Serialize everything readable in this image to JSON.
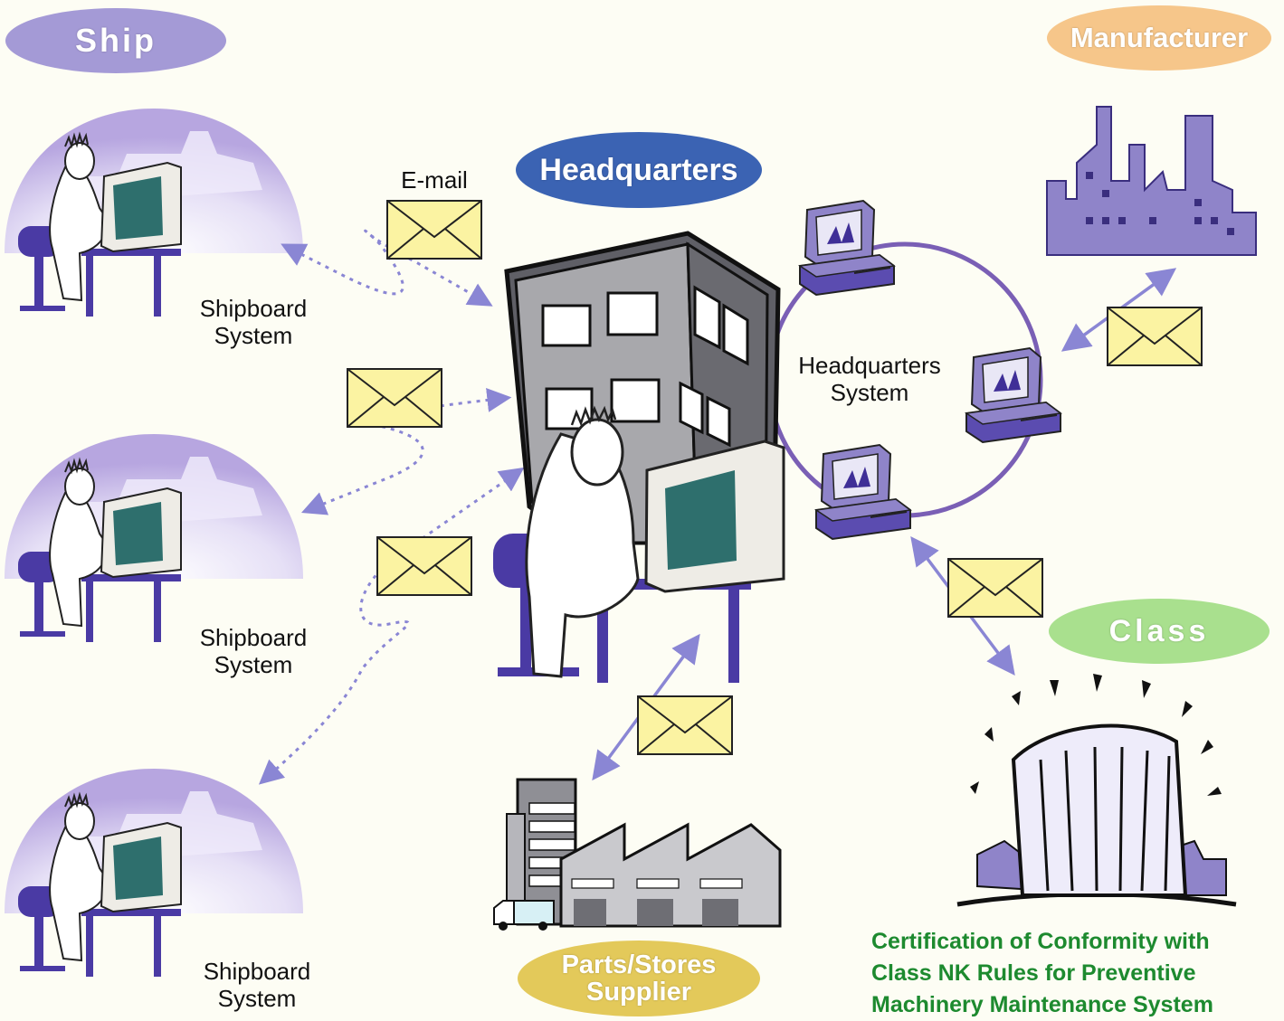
{
  "nodes": {
    "ship": "Ship",
    "headquarters": "Headquarters",
    "manufacturer": "Manufacturer",
    "class": "Class",
    "supplier_line1": "Parts/Stores",
    "supplier_line2": "Supplier"
  },
  "systems": {
    "shipboard_1": [
      "Shipboard",
      "System"
    ],
    "shipboard_2": [
      "Shipboard",
      "System"
    ],
    "shipboard_3": [
      "Shipboard",
      "System"
    ],
    "headquarters": [
      "Headquarters",
      "System"
    ]
  },
  "email_label": "E-mail",
  "certification": [
    "Certification of Conformity with",
    "Class NK Rules for Preventive",
    "Machinery Maintenance System"
  ],
  "colors": {
    "ship_pill": "#a49ad6",
    "headquarters_pill": "#3b63b3",
    "manufacturer_pill": "#f6c68a",
    "class_pill": "#a9e08e",
    "supplier_pill": "#e3c95a",
    "envelope": "#fbf3a2",
    "arrow": "#8a86d4",
    "building": "#5f5f66",
    "network_ring": "#7a5fb5",
    "certification_text": "#1d8a2f"
  },
  "icons": [
    "person-at-computer-icon",
    "envelope-icon",
    "office-building-icon",
    "factory-icon",
    "workstation-icon",
    "class-building-icon",
    "truck-icon"
  ]
}
